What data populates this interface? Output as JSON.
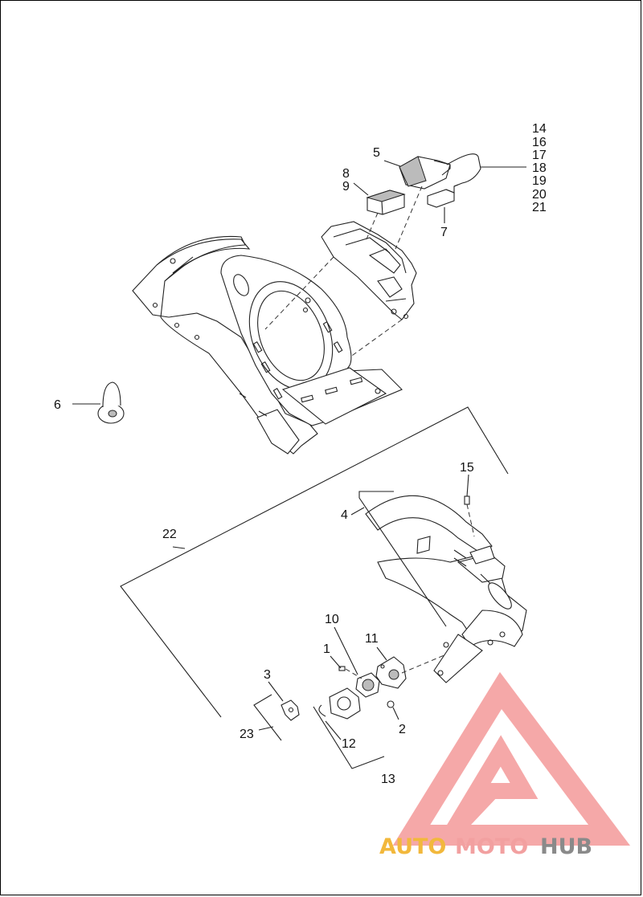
{
  "callouts": {
    "c1": "1",
    "c2": "2",
    "c3": "3",
    "c4": "4",
    "c5": "5",
    "c6": "6",
    "c7": "7",
    "c8": "8",
    "c9": "9",
    "c10": "10",
    "c11": "11",
    "c12": "12",
    "c13": "13",
    "c14": "14",
    "c15": "15",
    "c16": "16",
    "c17": "17",
    "c18": "18",
    "c19": "19",
    "c20": "20",
    "c21": "21",
    "c22": "22",
    "c23": "23"
  },
  "watermark": {
    "text_auto": "AUTO",
    "text_moto": "MOTO",
    "text_hub": "HUB",
    "colors": {
      "auto": "#f2b83c",
      "moto": "#f2a0a0",
      "hub": "#8a8a8a",
      "logo": "#f28b8b"
    }
  }
}
